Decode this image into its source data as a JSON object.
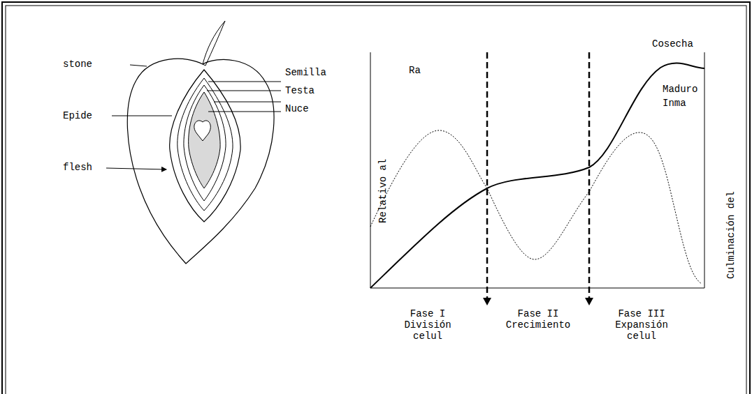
{
  "diagram": {
    "labels": [
      "stone",
      "Epide",
      "flesh",
      "Semilla",
      "Testa",
      "Nuce",
      "Ra",
      "Cosecha",
      "Maduro",
      "Inma",
      "Relativo al",
      "Culminación del",
      "Fase I División celul",
      "Fase II Crecimiento",
      "Fase III Expansión celul"
    ]
  }
}
